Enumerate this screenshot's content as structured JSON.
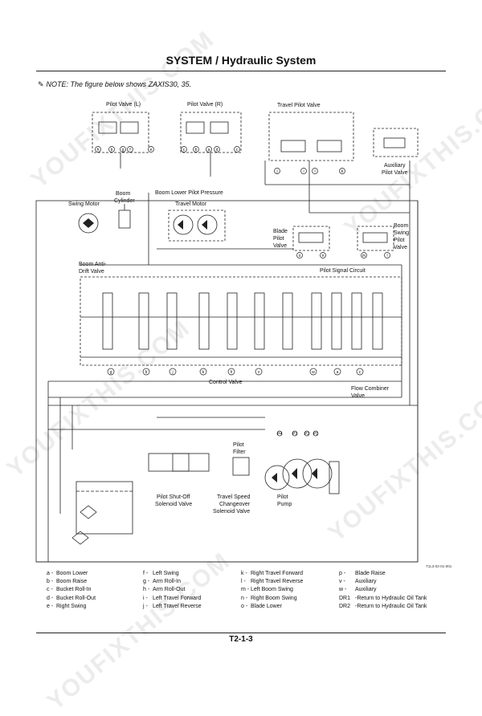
{
  "header": {
    "title": "SYSTEM / Hydraulic System"
  },
  "note": {
    "text": "NOTE:  The figure below shows ZAXIS30, 35."
  },
  "labels": {
    "pilot_valve_l": "Pilot Valve (L)",
    "pilot_valve_r": "Pilot Valve (R)",
    "travel_pilot_valve": "Travel Pilot Valve",
    "auxiliary_pilot_valve": [
      "Auxiliary",
      "Pilot Valve"
    ],
    "boom_cylinder": [
      "Boom",
      "Cylinder"
    ],
    "boom_lower_pilot_pressure": "Boom Lower Pilot Pressure",
    "swing_motor": "Swing Motor",
    "travel_motor": "Travel Motor",
    "blade_pilot_valve": [
      "Blade",
      "Pilot",
      "Valve"
    ],
    "boom_swing_pilot_valve": [
      "Boom",
      "Swing",
      "Pilot",
      "Valve"
    ],
    "boom_anti_drift_valve": [
      "Boom Anti-",
      "Drift Valve"
    ],
    "pilot_signal_circuit": "Pilot Signal Circuit",
    "control_valve": "Control Valve",
    "flow_combiner_valve": [
      "Flow Combiner",
      "Valve"
    ],
    "pilot_filter": [
      "Pilot",
      "Filter"
    ],
    "pilot_shutoff_solenoid_valve": [
      "Pilot Shut-Off",
      "Solenoid Valve"
    ],
    "travel_speed_changeover_solenoid_valve": [
      "Travel Speed",
      "Changeover",
      "Solenoid Valve"
    ],
    "pilot_pump": [
      "Pilot",
      "Pump"
    ]
  },
  "ports": {
    "pilot_l": [
      "h",
      "b",
      "g",
      "f",
      "e"
    ],
    "pilot_r": [
      "c",
      "b",
      "a",
      "d",
      "c"
    ],
    "travel": [
      "j",
      "i",
      "l",
      "k"
    ],
    "blade": [
      "o",
      "n"
    ],
    "boom_swing": [
      "m",
      "l"
    ],
    "control_valve": [
      "g",
      "b",
      "j",
      "k",
      "h",
      "v",
      "w",
      "a",
      "c"
    ],
    "pumps": [
      "P4",
      "P3",
      "P2",
      "P1"
    ]
  },
  "legend": {
    "col1": [
      {
        "k": "a -",
        "t": "Boom Lower"
      },
      {
        "k": "b -",
        "t": "Boom Raise"
      },
      {
        "k": "c -",
        "t": "Bucket Roll-In"
      },
      {
        "k": "d -",
        "t": "Bucket Roll-Out"
      },
      {
        "k": "e -",
        "t": "Right Swing"
      }
    ],
    "col2": [
      {
        "k": "f -",
        "t": "Left Swing"
      },
      {
        "k": "g -",
        "t": "Arm Roll-In"
      },
      {
        "k": "h -",
        "t": "Arm Roll-Out"
      },
      {
        "k": "i -",
        "t": "Left Travel Forward"
      },
      {
        "k": "j -",
        "t": "Left Travel Reverse"
      }
    ],
    "col3": [
      {
        "k": "k -",
        "t": "Right Travel Forward"
      },
      {
        "k": "l -",
        "t": "Right Travel Reverse"
      },
      {
        "k": "m -",
        "t": "Left Boom Swing"
      },
      {
        "k": "n -",
        "t": "Right Boom Swing"
      },
      {
        "k": "o -",
        "t": "Blade Lower"
      }
    ],
    "col4": [
      {
        "k": "p -",
        "t": "Blade Raise"
      },
      {
        "k": "v -",
        "t": "Auxiliary"
      },
      {
        "k": "w -",
        "t": "Auxiliary"
      },
      {
        "k": "DR1",
        "t": "-Return to Hydraulic Oil Tank"
      },
      {
        "k": "DR2",
        "t": "-Return to Hydraulic Oil Tank"
      }
    ]
  },
  "figure_ref": "T1L3-02-01-001",
  "footer": {
    "page": "T2-1-3"
  },
  "watermark": {
    "text": "YOUFIXTHIS.COM"
  }
}
